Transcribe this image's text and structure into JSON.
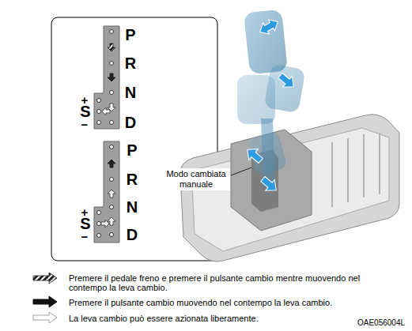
{
  "diagram": {
    "labels": [
      "P",
      "R",
      "N",
      "D",
      "+",
      "S",
      "−",
      "P",
      "R",
      "N",
      "D",
      "+",
      "S",
      "−",
      "Modo cambiata manuale",
      "OAE056004L"
    ],
    "legend": [
      {
        "text": "Premere il pedale freno e premere il pulsante cambio mentre muovendo nel contempo la leva cambio."
      },
      {
        "text": "Premere il pulsante cambio muovendo nel contempo la leva cambio."
      },
      {
        "text": "La leva cambio può essere azionata liberamente."
      }
    ]
  }
}
